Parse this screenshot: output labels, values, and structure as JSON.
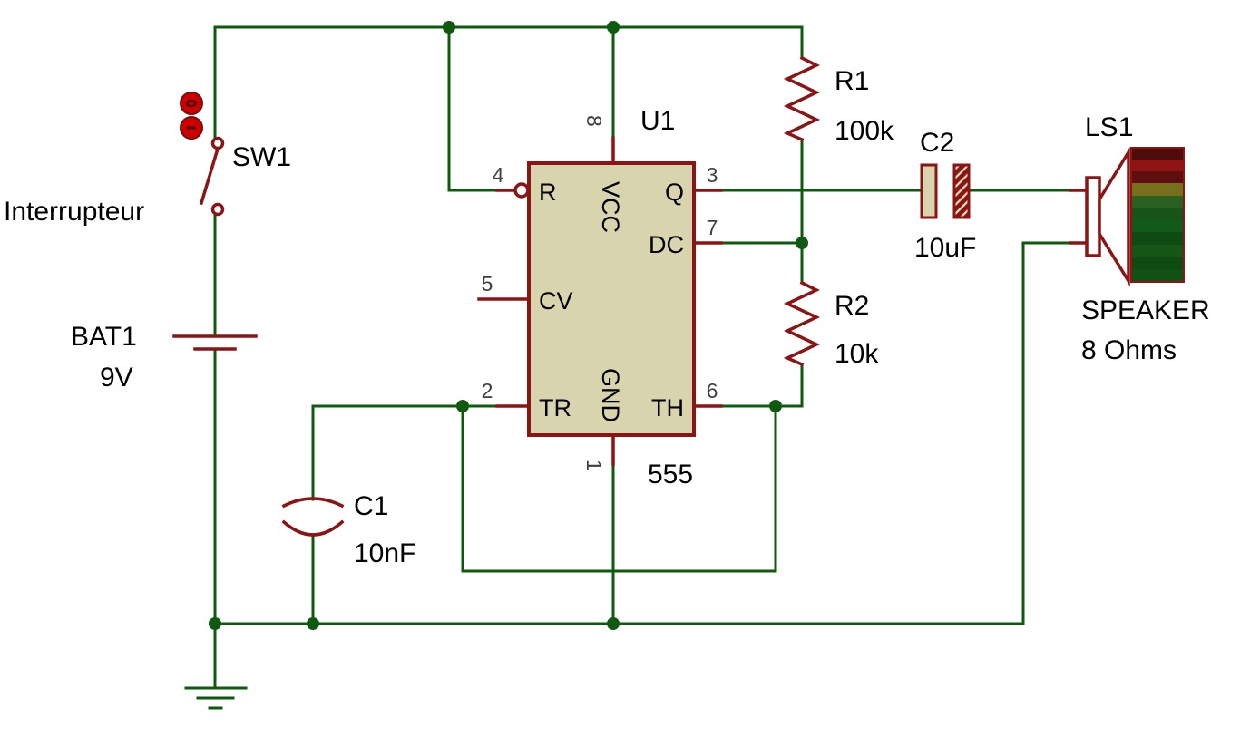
{
  "schematic": {
    "components": {
      "sw1": {
        "ref": "SW1",
        "label": "Interrupteur"
      },
      "bat1": {
        "ref": "BAT1",
        "value": "9V"
      },
      "u1": {
        "ref": "U1",
        "value": "555",
        "pins": {
          "p1": {
            "num": "1",
            "name": "GND"
          },
          "p2": {
            "num": "2",
            "name": "TR"
          },
          "p3": {
            "num": "3",
            "name": "Q"
          },
          "p4": {
            "num": "4",
            "name": "R"
          },
          "p5": {
            "num": "5",
            "name": "CV"
          },
          "p6": {
            "num": "6",
            "name": "TH"
          },
          "p7": {
            "num": "7",
            "name": "DC"
          },
          "p8": {
            "num": "8",
            "name": "VCC"
          }
        }
      },
      "r1": {
        "ref": "R1",
        "value": "100k"
      },
      "r2": {
        "ref": "R2",
        "value": "10k"
      },
      "c1": {
        "ref": "C1",
        "value": "10nF"
      },
      "c2": {
        "ref": "C2",
        "value": "10uF"
      },
      "ls1": {
        "ref": "LS1",
        "type": "SPEAKER",
        "value": "8 Ohms"
      }
    },
    "colors": {
      "wire": "#0e5a0e",
      "component": "#8b1414",
      "ic_fill": "#d8d5ae",
      "label": "#000000",
      "pin_number": "#3f3f3f",
      "switch_red": "#cc0000",
      "background": "#ffffff"
    }
  }
}
